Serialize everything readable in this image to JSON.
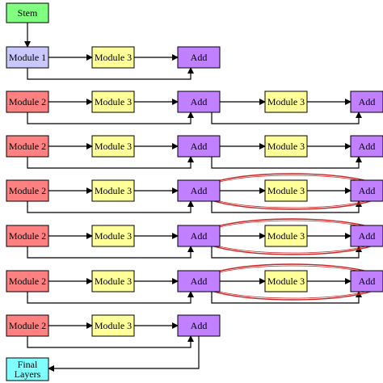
{
  "colors": {
    "stem": "#80ff80",
    "module1": "#c8c8ff",
    "module2": "#ff8080",
    "module3": "#ffff99",
    "add": "#c080ff",
    "final": "#80ffff",
    "highlight": "#cc2222",
    "line": "#000000"
  },
  "nodes": {
    "stem": "Stem",
    "final": [
      "Final",
      "Layers"
    ]
  },
  "rows": [
    {
      "first": "Module 1",
      "first_color": "module1",
      "mid": "Module 3",
      "add": "Add",
      "extended": false,
      "highlighted": false
    },
    {
      "first": "Module 2",
      "first_color": "module2",
      "mid": "Module 3",
      "add": "Add",
      "extended": true,
      "highlighted": false,
      "mid2": "Module 3",
      "add2": "Add"
    },
    {
      "first": "Module 2",
      "first_color": "module2",
      "mid": "Module 3",
      "add": "Add",
      "extended": true,
      "highlighted": false,
      "mid2": "Module 3",
      "add2": "Add"
    },
    {
      "first": "Module 2",
      "first_color": "module2",
      "mid": "Module 3",
      "add": "Add",
      "extended": true,
      "highlighted": true,
      "mid2": "Module 3",
      "add2": "Add"
    },
    {
      "first": "Module 2",
      "first_color": "module2",
      "mid": "Module 3",
      "add": "Add",
      "extended": true,
      "highlighted": true,
      "mid2": "Module 3",
      "add2": "Add"
    },
    {
      "first": "Module 2",
      "first_color": "module2",
      "mid": "Module 3",
      "add": "Add",
      "extended": true,
      "highlighted": true,
      "mid2": "Module 3",
      "add2": "Add"
    },
    {
      "first": "Module 2",
      "first_color": "module2",
      "mid": "Module 3",
      "add": "Add",
      "extended": false,
      "highlighted": false
    }
  ]
}
